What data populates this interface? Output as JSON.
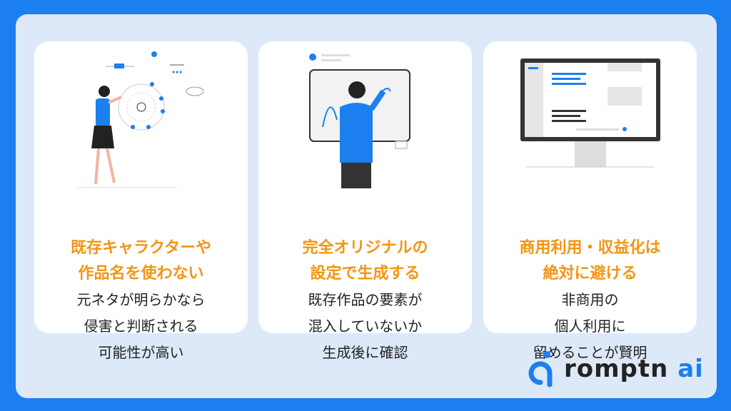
{
  "cards": [
    {
      "title": [
        "既存キャラクターや",
        "作品名を使わない"
      ],
      "body": [
        "元ネタが明らかなら",
        "侵害と判断される",
        "可能性が高い"
      ]
    },
    {
      "title": [
        "完全オリジナルの",
        "設定で生成する"
      ],
      "body": [
        "既存作品の要素が",
        "混入していないか",
        "生成後に確認"
      ]
    },
    {
      "title": [
        "商用利用・収益化は",
        "絶対に避ける"
      ],
      "body": [
        "非商用の",
        "個人利用に",
        "留めることが賢明"
      ]
    }
  ],
  "logo": {
    "name": "romptn",
    "suffix": "ai"
  },
  "colors": {
    "accent": "#1b7ff0",
    "title": "#f39512",
    "panel": "#dde9f8"
  }
}
